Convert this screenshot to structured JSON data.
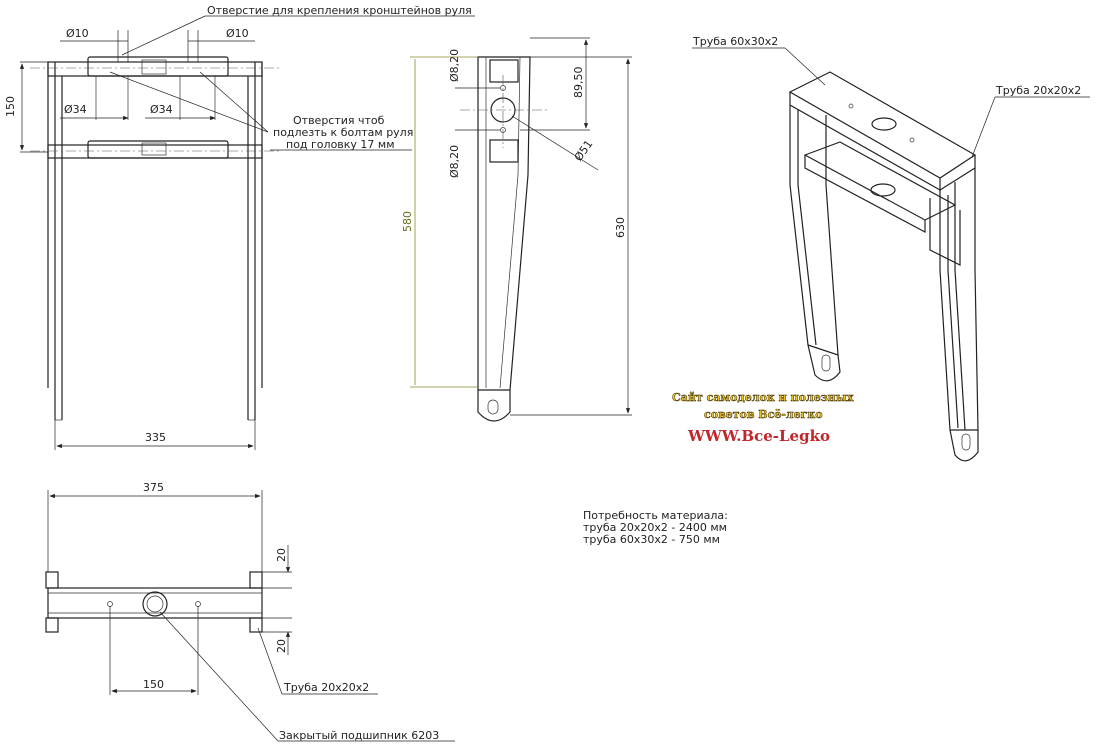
{
  "front_view": {
    "note_bracket_holes": "Отверстие для крепления кронштейнов руля",
    "note_bolt_holes": [
      "Отверстия чтоб",
      "подлезть к болтам руля",
      "под головку 17 мм"
    ],
    "dia_10_left": "Ø10",
    "dia_10_right": "Ø10",
    "dia_34_left": "Ø34",
    "dia_34_right": "Ø34",
    "dim_height": "150",
    "dim_width": "335"
  },
  "side_view": {
    "dia_8_20_top": "Ø8,20",
    "dia_8_20_bottom": "Ø8,20",
    "dim_89_50": "89,50",
    "dia_51": "Ø51",
    "dim_580": "580",
    "dim_630": "630"
  },
  "bottom_view": {
    "dim_375": "375",
    "dim_20_top": "20",
    "dim_20_bottom": "20",
    "dim_150": "150",
    "label_tube": "Труба 20x20x2",
    "label_bearing": "Закрытый подшипник 6203"
  },
  "iso_view": {
    "label_tube_60": "Труба 60x30x2",
    "label_tube_20": "Труба 20x20x2"
  },
  "watermark": {
    "line1": "Сайт самоделок и полезных",
    "line2": "советов Всё-легко",
    "url": "WWW.Все-Legko"
  },
  "materials": {
    "title": "Потребность материала:",
    "items": [
      "труба 20x20x2 - 2400 мм",
      "труба 60x30x2 - 750 мм"
    ]
  }
}
